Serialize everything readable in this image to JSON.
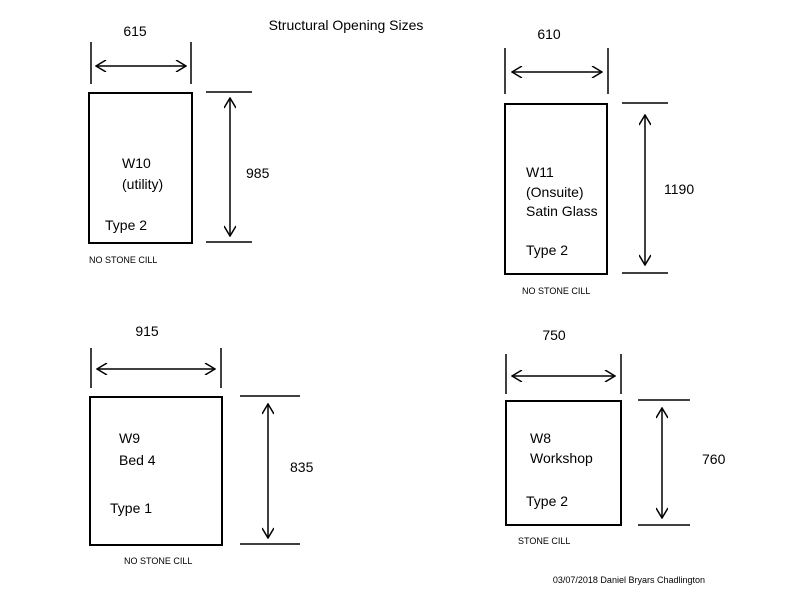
{
  "title": "Structural Opening Sizes",
  "footer": "03/07/2018 Daniel Bryars Chadlington",
  "windows": [
    {
      "id": "w10",
      "width": "615",
      "height": "985",
      "lines": [
        "W10",
        "(utility)"
      ],
      "type": "Type 2",
      "cill": "NO STONE CILL"
    },
    {
      "id": "w11",
      "width": "610",
      "height": "1190",
      "lines": [
        "W11",
        "(Onsuite)",
        "Satin Glass"
      ],
      "type": "Type 2",
      "cill": "NO STONE CILL"
    },
    {
      "id": "w9",
      "width": "915",
      "height": "835",
      "lines": [
        "W9",
        "Bed 4"
      ],
      "type": "Type 1",
      "cill": "NO STONE CILL"
    },
    {
      "id": "w8",
      "width": "750",
      "height": "760",
      "lines": [
        "W8",
        "Workshop"
      ],
      "type": "Type 2",
      "cill": "STONE CILL"
    }
  ]
}
